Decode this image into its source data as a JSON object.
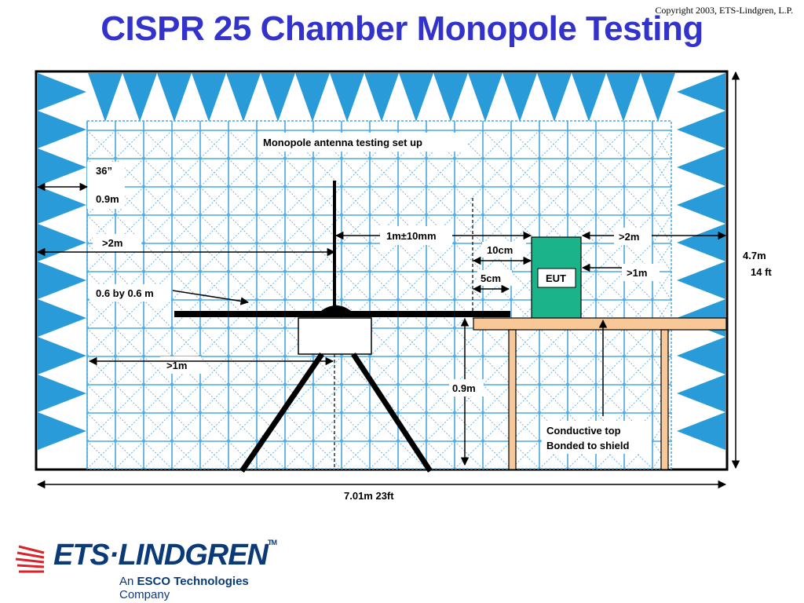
{
  "slide": {
    "title": "CISPR 25 Chamber Monopole Testing",
    "copyright": "Copyright 2003, ETS-Lindgren, L.P."
  },
  "diagram": {
    "setup_label": "Monopole antenna testing set up",
    "labels": {
      "absorber_inch": "36”",
      "absorber_m": "0.9m",
      "wall_to_antenna": ">2m",
      "ground_plane": "0.6 by 0.6 m",
      "antenna_offset": "1m±10mm",
      "cable_10cm": "10cm",
      "cable_5cm": "5cm",
      "eut": "EUT",
      "eut_to_wall": ">2m",
      "eut_side": ">1m",
      "height_m": "4.7m",
      "height_ft": "14 ft",
      "tripod_to_wall": ">1m",
      "table_height": "0.9m",
      "conductive_top_1": "Conductive top",
      "conductive_top_2": "Bonded to shield",
      "width": "7.01m  23ft"
    },
    "colors": {
      "absorber": "#2a9bd9",
      "grid": "#4aa8e0",
      "eut": "#1bb38a",
      "table": "#f8c898"
    }
  },
  "logo": {
    "name": "ETS·LINDGREN",
    "trademark": "TM",
    "tagline_pre": "An",
    "tagline_bold": "ESCO Technologies",
    "tagline_post": "Company",
    "icon": "radio-waves-icon"
  }
}
